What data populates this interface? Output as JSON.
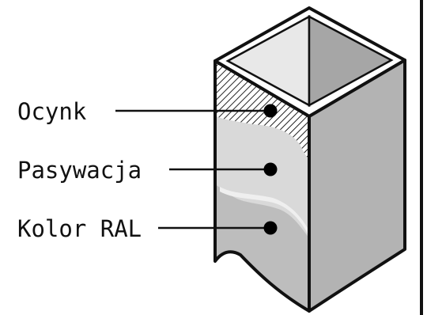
{
  "labels": {
    "zinc": "Ocynk",
    "passivation": "Pasywacja",
    "ral": "Kolor RAL"
  },
  "colors": {
    "outline": "#111111",
    "inner_light": "#e8e8e8",
    "inner_dark": "#a6a6a6",
    "right_face": "#b3b3b3",
    "zinc_hatch": "#222222",
    "passivation_layer": "#d9d9d9",
    "ral_layer": "#bdbdbd"
  }
}
